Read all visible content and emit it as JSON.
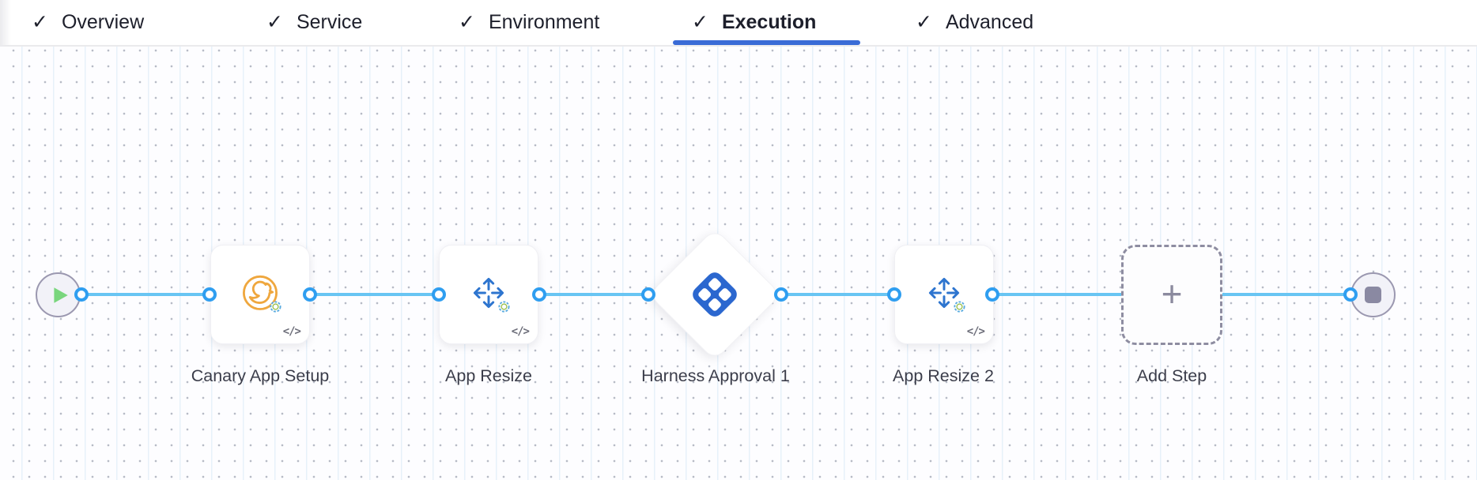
{
  "glyphs": {
    "check": "✓",
    "code": "</>",
    "plus": "+"
  },
  "tabs": [
    {
      "label": "Overview",
      "checked": true,
      "active": false
    },
    {
      "label": "Service",
      "checked": true,
      "active": false
    },
    {
      "label": "Environment",
      "checked": true,
      "active": false
    },
    {
      "label": "Execution",
      "checked": true,
      "active": true
    },
    {
      "label": "Advanced",
      "checked": true,
      "active": false
    }
  ],
  "pipeline": {
    "start_node": {
      "icon": "play-icon"
    },
    "end_node": {
      "icon": "stop-icon"
    },
    "steps": [
      {
        "label": "Canary App Setup",
        "type": "step",
        "icon": "canary-icon"
      },
      {
        "label": "App Resize",
        "type": "step",
        "icon": "resize-arrows-icon"
      },
      {
        "label": "Harness Approval 1",
        "type": "approval",
        "icon": "harness-logo-icon"
      },
      {
        "label": "App Resize 2",
        "type": "step",
        "icon": "resize-arrows-icon"
      }
    ],
    "add_step": {
      "label": "Add Step"
    }
  },
  "colors": {
    "tab_text": "#1d1f2b",
    "active_underline": "#3a6bd6",
    "connector_line": "#68c5f3",
    "port_ring": "#2f9ef0",
    "canary_orange": "#efa73e",
    "step_icon_blue": "#2e75cf",
    "harness_logo_blue": "#2b67cf",
    "play_green": "#79d67d",
    "stop_gray": "#8a89a2",
    "label_text": "#3b3d4a"
  }
}
